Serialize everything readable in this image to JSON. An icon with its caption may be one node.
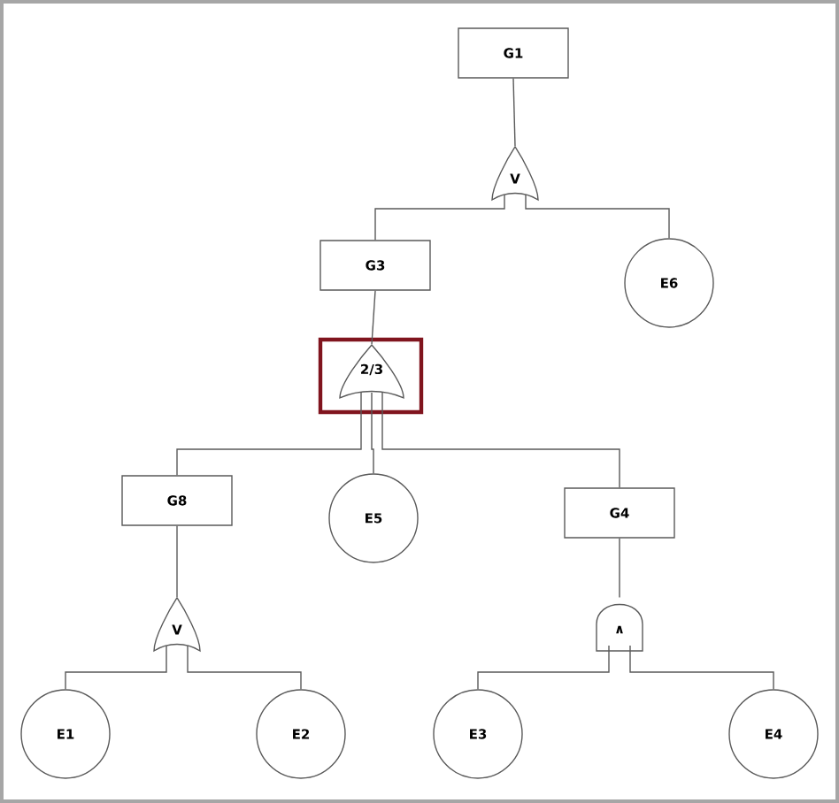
{
  "diagram": {
    "nodes": [
      {
        "text": [
          "G1"
        ]
      },
      {
        "text": [
          "V"
        ]
      },
      {
        "text": [
          "G3"
        ]
      },
      {
        "text": [
          "E6"
        ]
      },
      {
        "text": [
          "2/3"
        ]
      },
      {
        "text": [
          "G8"
        ]
      },
      {
        "text": [
          "E5"
        ]
      },
      {
        "text": [
          "G4"
        ]
      },
      {
        "text": [
          "V"
        ]
      },
      {
        "text": [
          "∧"
        ]
      },
      {
        "text": [
          "E1"
        ]
      },
      {
        "text": [
          "E2"
        ]
      },
      {
        "text": [
          "E3"
        ]
      },
      {
        "text": [
          "E4"
        ]
      }
    ],
    "edges": [
      {
        "from": 1,
        "to": 0,
        "arrow": "none"
      },
      {
        "from": 2,
        "to": 1,
        "arrow": "none"
      },
      {
        "from": 3,
        "to": 1,
        "arrow": "none"
      },
      {
        "from": 4,
        "to": 2,
        "arrow": "none"
      },
      {
        "from": 5,
        "to": 4,
        "arrow": "none"
      },
      {
        "from": 6,
        "to": 4,
        "arrow": "none"
      },
      {
        "from": 7,
        "to": 4,
        "arrow": "none"
      },
      {
        "from": 8,
        "to": 5,
        "arrow": "none"
      },
      {
        "from": 9,
        "to": 7,
        "arrow": "none"
      },
      {
        "from": 10,
        "to": 8,
        "arrow": "none"
      },
      {
        "from": 11,
        "to": 8,
        "arrow": "none"
      },
      {
        "from": 12,
        "to": 9,
        "arrow": "none"
      },
      {
        "from": 13,
        "to": 9,
        "arrow": "none"
      }
    ]
  }
}
